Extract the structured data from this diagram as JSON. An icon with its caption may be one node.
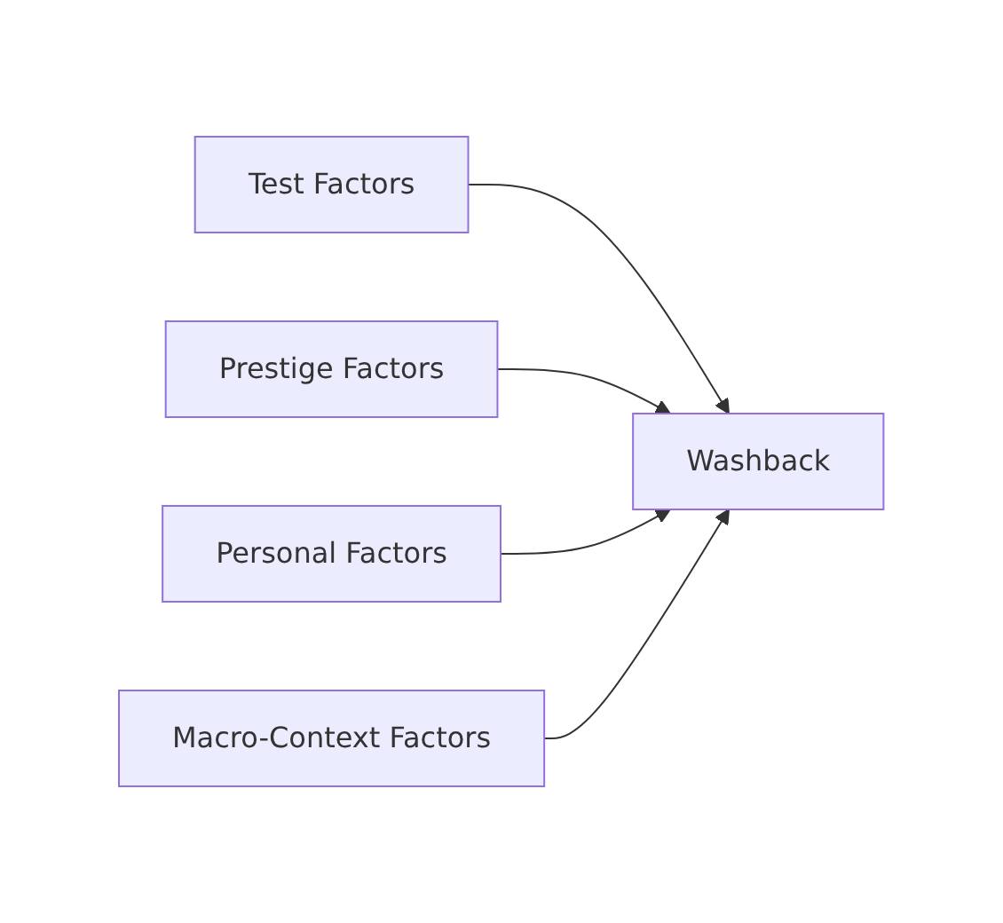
{
  "diagram": {
    "nodes": [
      {
        "text": [
          "Test Factors"
        ]
      },
      {
        "text": [
          "Prestige Factors"
        ]
      },
      {
        "text": [
          "Personal Factors"
        ]
      },
      {
        "text": [
          "Macro-Context Factors"
        ]
      },
      {
        "text": [
          "Washback"
        ]
      }
    ],
    "edges": [
      {
        "from": 0,
        "to": 4,
        "arrow": "to"
      },
      {
        "from": 1,
        "to": 4,
        "arrow": "to"
      },
      {
        "from": 2,
        "to": 4,
        "arrow": "to"
      },
      {
        "from": 3,
        "to": 4,
        "arrow": "to"
      }
    ]
  }
}
